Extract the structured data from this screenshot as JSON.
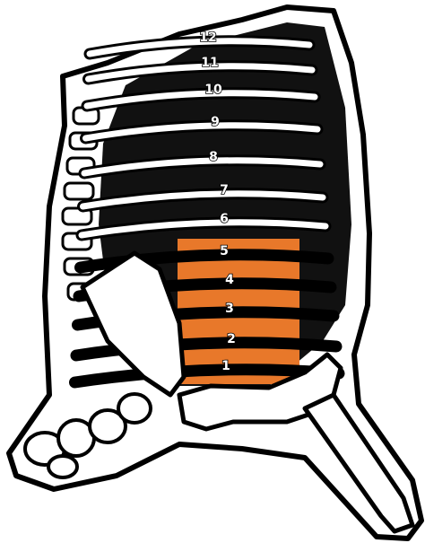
{
  "diagram": {
    "kind": "rib-cage-cut-diagram",
    "highlight_color": "#e8782a",
    "outline_color": "#000000",
    "bone_color": "#ffffff",
    "highlighted_ribs": [
      "1",
      "2",
      "3",
      "4",
      "5"
    ],
    "rib_labels": [
      "12",
      "11",
      "10",
      "9",
      "8",
      "7",
      "6",
      "5",
      "4",
      "3",
      "2",
      "1"
    ]
  }
}
